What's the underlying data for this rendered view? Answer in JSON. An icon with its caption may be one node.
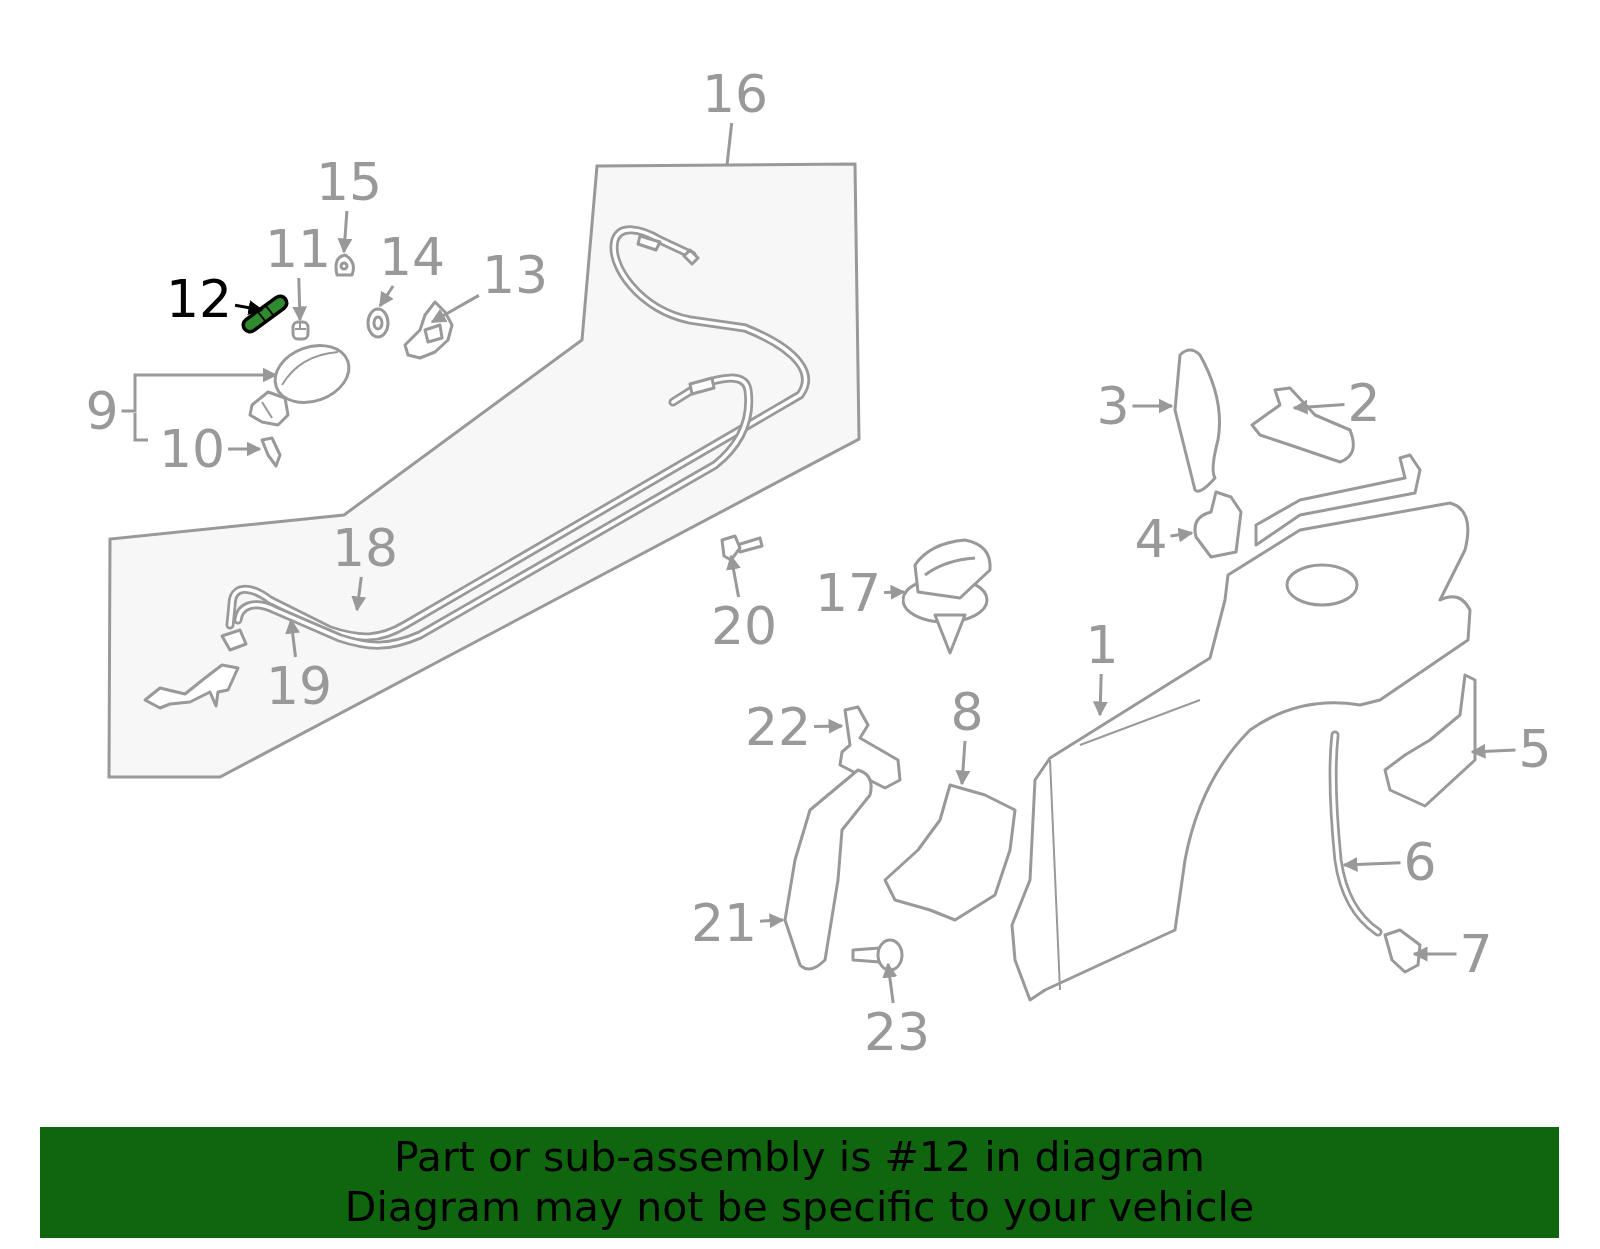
{
  "diagram": {
    "nodes": [
      {
        "text": [
          "16"
        ]
      },
      {
        "text": [],
        "shape": "box"
      },
      {
        "text": [
          "18"
        ],
        "in": 1
      },
      {
        "text": [
          "19"
        ],
        "in": 1
      },
      {
        "text": [
          "15"
        ]
      },
      {
        "text": [],
        "shape": "picture"
      },
      {
        "text": [
          "11"
        ]
      },
      {
        "text": [],
        "shape": "picture"
      },
      {
        "text": [
          "14"
        ]
      },
      {
        "text": [],
        "shape": "picture"
      },
      {
        "text": [
          "13"
        ]
      },
      {
        "text": [],
        "shape": "picture"
      },
      {
        "text": [
          "12"
        ]
      },
      {
        "text": [],
        "shape": "picture"
      },
      {
        "text": [
          "9"
        ]
      },
      {
        "text": [],
        "shape": "picture"
      },
      {
        "text": [
          "10"
        ]
      },
      {
        "text": [],
        "shape": "picture"
      },
      {
        "text": [
          "20"
        ]
      },
      {
        "text": [],
        "shape": "picture"
      },
      {
        "text": [
          "17"
        ]
      },
      {
        "text": [],
        "shape": "picture"
      },
      {
        "text": [
          "3"
        ]
      },
      {
        "text": [],
        "shape": "picture"
      },
      {
        "text": [
          "2"
        ]
      },
      {
        "text": [],
        "shape": "picture"
      },
      {
        "text": [
          "4"
        ]
      },
      {
        "text": [],
        "shape": "picture"
      },
      {
        "text": [
          "1"
        ]
      },
      {
        "text": [],
        "shape": "picture"
      },
      {
        "text": [
          "22"
        ]
      },
      {
        "text": [],
        "shape": "picture"
      },
      {
        "text": [
          "8"
        ]
      },
      {
        "text": [],
        "shape": "picture"
      },
      {
        "text": [
          "5"
        ]
      },
      {
        "text": [],
        "shape": "picture"
      },
      {
        "text": [
          "6"
        ]
      },
      {
        "text": [],
        "shape": "picture"
      },
      {
        "text": [
          "7"
        ]
      },
      {
        "text": [],
        "shape": "picture"
      },
      {
        "text": [
          "21"
        ]
      },
      {
        "text": [],
        "shape": "picture"
      },
      {
        "text": [
          "23"
        ]
      },
      {
        "text": [],
        "shape": "picture"
      },
      {
        "text": [
          "Part or sub-assembly is #12 in diagram",
          "Diagram may not be specific to your vehicle"
        ]
      }
    ],
    "edges": [
      {
        "from": 0,
        "to": 1,
        "arrow": "none"
      },
      {
        "from": 2,
        "to": null,
        "arrow": "to"
      },
      {
        "from": 3,
        "to": null,
        "arrow": "to"
      },
      {
        "from": 4,
        "to": 5,
        "arrow": "to"
      },
      {
        "from": 6,
        "to": 7,
        "arrow": "to"
      },
      {
        "from": 8,
        "to": 9,
        "arrow": "to"
      },
      {
        "from": 10,
        "to": 11,
        "arrow": "to"
      },
      {
        "from": 12,
        "to": 13,
        "arrow": "to",
        "color": "#000000"
      },
      {
        "from": 14,
        "to": 15,
        "arrow": "to"
      },
      {
        "from": 16,
        "to": 17,
        "arrow": "to"
      },
      {
        "from": 18,
        "to": 19,
        "arrow": "to"
      },
      {
        "from": 20,
        "to": 21,
        "arrow": "to"
      },
      {
        "from": 22,
        "to": 23,
        "arrow": "to"
      },
      {
        "from": 24,
        "to": 25,
        "arrow": "to"
      },
      {
        "from": 26,
        "to": 27,
        "arrow": "to"
      },
      {
        "from": 28,
        "to": 29,
        "arrow": "to"
      },
      {
        "from": 30,
        "to": 31,
        "arrow": "to"
      },
      {
        "from": 32,
        "to": 33,
        "arrow": "to"
      },
      {
        "from": 34,
        "to": 35,
        "arrow": "to"
      },
      {
        "from": 36,
        "to": 37,
        "arrow": "to"
      },
      {
        "from": 38,
        "to": 39,
        "arrow": "to"
      },
      {
        "from": 40,
        "to": 41,
        "arrow": "to"
      },
      {
        "from": 42,
        "to": 43,
        "arrow": "to"
      }
    ]
  }
}
